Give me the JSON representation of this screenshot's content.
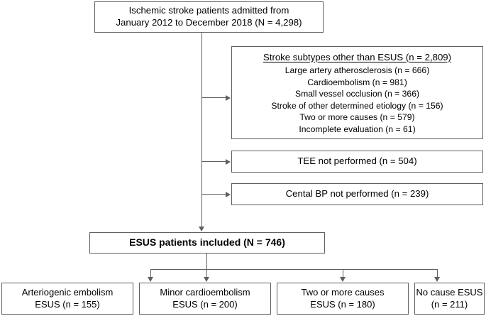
{
  "diagram": {
    "title": "Ischemic stroke patient selection flow diagram",
    "type": "flowchart",
    "border_color": "#5f5f5f",
    "background_color": "#ffffff"
  },
  "top_box": {
    "line1": "Ischemic stroke patients admitted from",
    "line2": "January 2012 to December 2018 (N = 4,298)"
  },
  "exclusions": {
    "subtypes_box": {
      "heading": "Stroke subtypes other than ESUS (n = 2,809)",
      "items": [
        "Large artery atherosclerosis (n =  666)",
        "Cardioembolism (n = 981)",
        "Small vessel occlusion (n = 366)",
        "Stroke of other determined etiology (n = 156)",
        "Two or more causes (n = 579)",
        "Incomplete evaluation (n = 61)"
      ]
    },
    "tee_box": "TEE not performed (n = 504)",
    "central_bp_box": "Cental BP not performed (n = 239)"
  },
  "included_box": {
    "label": "ESUS patients included (N = 746)"
  },
  "outcomes": [
    {
      "line1": "Arteriogenic embolism",
      "line2": "ESUS (n = 155)"
    },
    {
      "line1": "Minor cardioembolism",
      "line2": "ESUS (n = 200)"
    },
    {
      "line1": "Two or more causes",
      "line2": "ESUS (n = 180)"
    },
    {
      "line1": "No cause ESUS",
      "line2": "(n = 211)"
    }
  ]
}
